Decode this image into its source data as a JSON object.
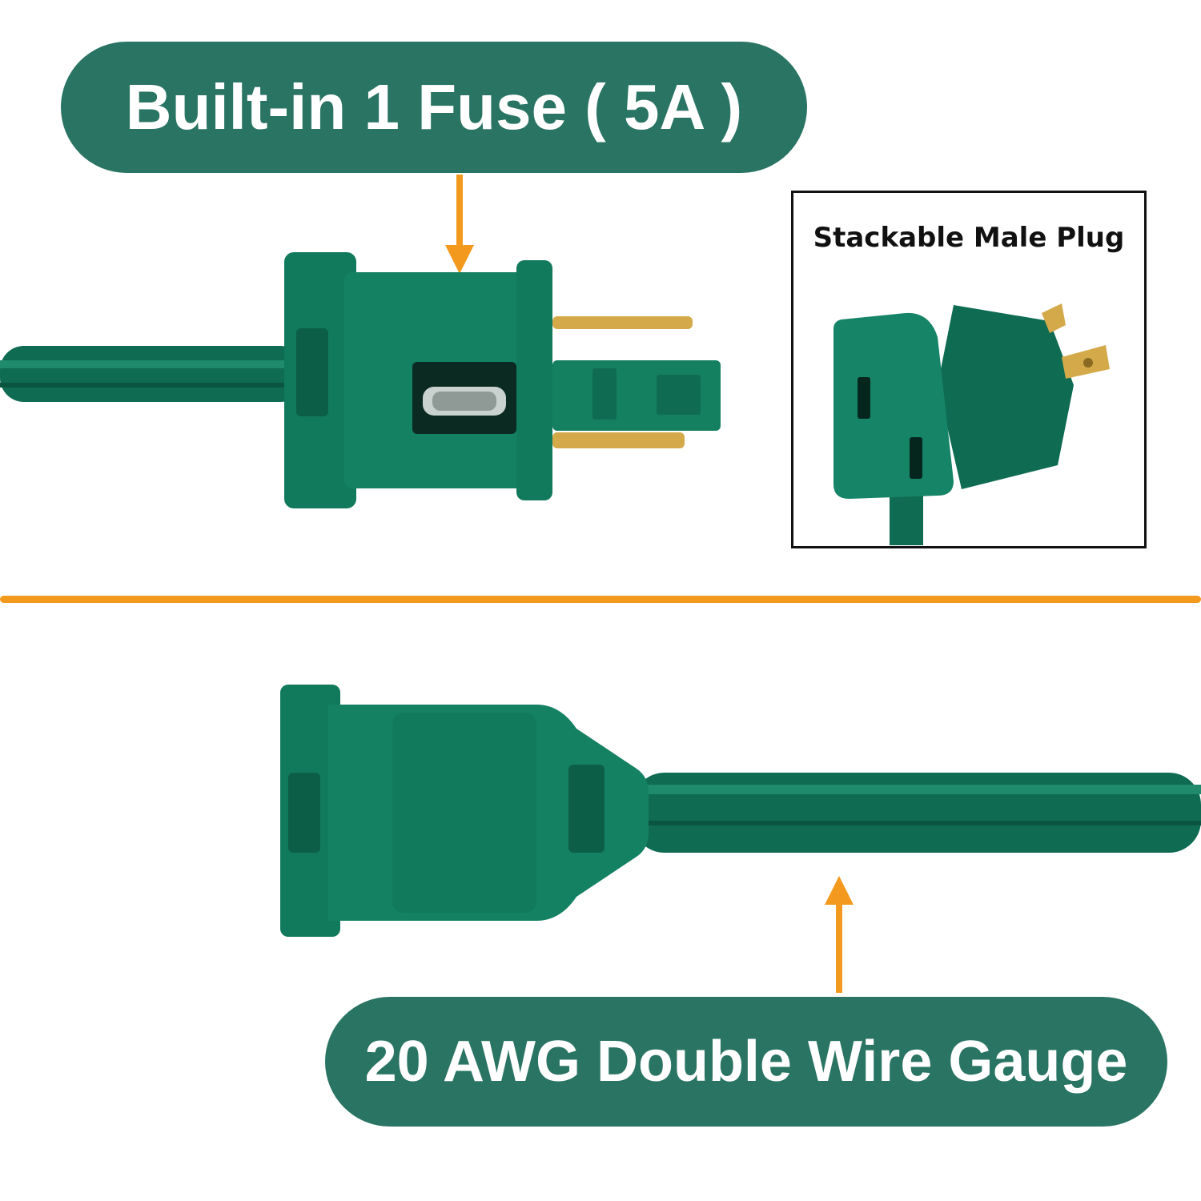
{
  "labels": {
    "fuse": "Built-in 1 Fuse ( 5A )",
    "inset_title": "Stackable Male Plug",
    "wire_gauge": "20 AWG Double Wire Gauge"
  },
  "colors": {
    "pill_green": "#2a7463",
    "plug_green": "#127a5c",
    "accent_orange": "#f39a1e",
    "prong_gold": "#d4a94a"
  },
  "icons": {
    "top_arrow": "arrow-down-icon",
    "bottom_arrow": "arrow-up-icon"
  }
}
